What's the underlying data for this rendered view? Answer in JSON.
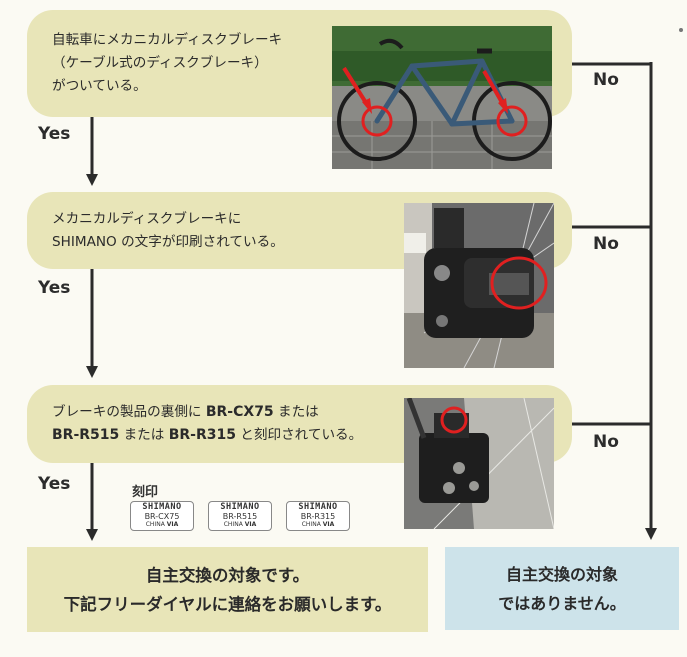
{
  "questions": [
    {
      "lines": [
        "自転車にメカニカルディスクブレーキ",
        "（ケーブル式のディスクブレーキ）",
        "がついている。"
      ]
    },
    {
      "lines": [
        "メカニカルディスクブレーキに",
        "SHIMANO の文字が印刷されている。"
      ]
    },
    {
      "line1_pre": "ブレーキの製品の裏側に ",
      "line1_bold": "BR-CX75",
      "line1_post": " または",
      "line2_bold1": "BR-R515",
      "line2_mid": " または ",
      "line2_bold2": "BR-R315",
      "line2_post": " と刻印されている。"
    }
  ],
  "labels": {
    "yes": "Yes",
    "no": "No"
  },
  "stamps": {
    "label": "刻印",
    "items": [
      {
        "brand": "SHIMANO",
        "model": "BR-CX75",
        "origin": "CHINA",
        "origin_bold": "VIA"
      },
      {
        "brand": "SHIMANO",
        "model": "BR-R515",
        "origin": "CHINA",
        "origin_bold": "VIA"
      },
      {
        "brand": "SHIMANO",
        "model": "BR-R315",
        "origin": "CHINA",
        "origin_bold": "VIA"
      }
    ]
  },
  "results": {
    "yes": [
      "自主交換の対象です。",
      "下記フリーダイヤルに連絡をお願いします。"
    ],
    "no": [
      "自主交換の対象",
      "ではありません。"
    ]
  },
  "colors": {
    "question_bg": "#e8e5b8",
    "result_yes_bg": "#e8e5b8",
    "result_no_bg": "#cde3ea",
    "highlight": "#e02020",
    "line": "#2b2b2b"
  }
}
